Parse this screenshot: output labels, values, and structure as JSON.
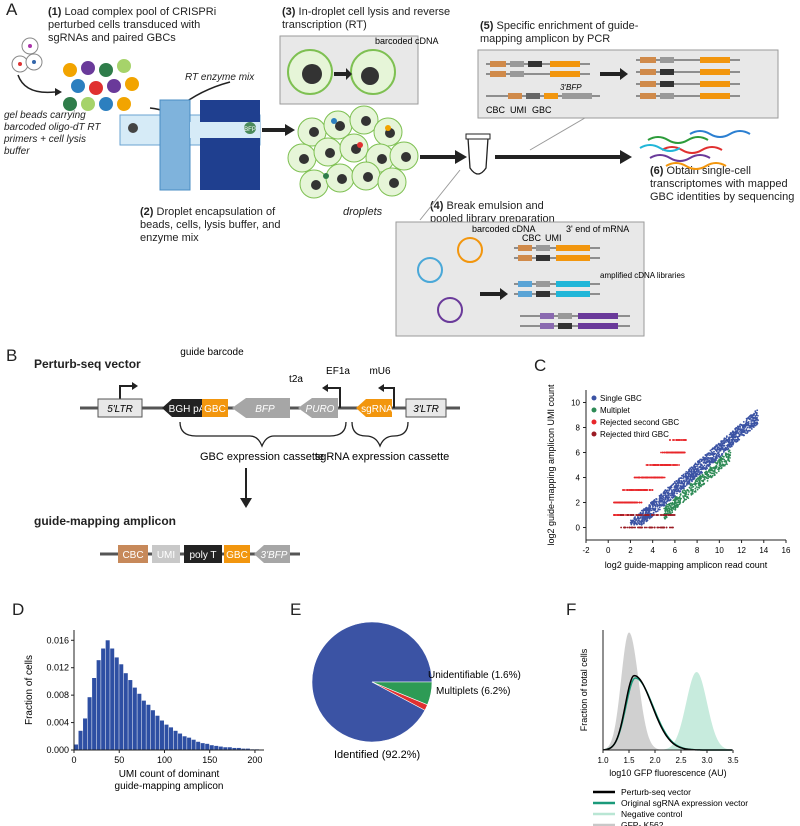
{
  "panelA": {
    "letter": "A",
    "step1": {
      "num": "(1)",
      "text": "Load complex pool of CRISPRi perturbed cells transduced with sgRNAs and paired GBCs"
    },
    "rt_enzyme_mix": "RT enzyme mix",
    "gel_beads": "gel beads carrying barcoded oligo-dT RT primers + cell lysis buffer",
    "bfp_tag": "BFP",
    "step2": {
      "num": "(2)",
      "text": "Droplet encapsulation of beads, cells, lysis buffer, and enzyme mix"
    },
    "step3": {
      "num": "(3)",
      "text": "In-droplet cell lysis and reverse transcription (RT)"
    },
    "barcoded_cdna": "barcoded cDNA",
    "droplets": "droplets",
    "step4": {
      "num": "(4)",
      "text": "Break emulsion and pooled library preparation"
    },
    "step4_labels": {
      "barcoded_cdna": "barcoded cDNA",
      "cbc": "CBC",
      "umi": "UMI",
      "three_end": "3' end of mRNA",
      "amplified": "amplified cDNA libraries"
    },
    "step5": {
      "num": "(5)",
      "text": "Specific enrichment of guide-mapping amplicon by PCR"
    },
    "step5_labels": {
      "cbc": "CBC",
      "umi": "UMI",
      "gbc": "GBC",
      "bfp3": "3'BFP"
    },
    "step6": {
      "num": "(6)",
      "text": "Obtain single-cell transcriptomes with mapped GBC identities by sequencing"
    }
  },
  "panelB": {
    "letter": "B",
    "title": "Perturb-seq vector",
    "guide_barcode": "guide barcode",
    "t2a": "t2a",
    "ef1a": "EF1a",
    "mu6": "mU6",
    "ltr5": "5'LTR",
    "bgh": "BGH pA",
    "gbc": "GBC",
    "bfp": "BFP",
    "puro": "PURO",
    "sgrna": "sgRNA",
    "ltr3": "3'LTR",
    "gbc_cassette": "GBC expression cassette",
    "sgrna_cassette": "sgRNA expression cassette",
    "amplicon_title": "guide-mapping amplicon",
    "amp_cbc": "CBC",
    "amp_umi": "UMI",
    "amp_polyt": "poly T",
    "amp_gbc": "GBC",
    "amp_bfp": "3'BFP"
  },
  "panelC": {
    "letter": "C",
    "chart_data": {
      "type": "scatter",
      "xlabel": "log2 guide-mapping amplicon read count",
      "ylabel": "log2 guide-mapping amplicon UMI count",
      "xlim": [
        -2,
        16
      ],
      "ylim": [
        -1,
        11
      ],
      "xticks": [
        "-2",
        "0",
        "2",
        "4",
        "6",
        "8",
        "10",
        "12",
        "14",
        "16"
      ],
      "yticks": [
        "0",
        "2",
        "4",
        "6",
        "8",
        "10"
      ],
      "legend": "top-left",
      "series": [
        {
          "name": "Single GBC",
          "color": "#3b53a4"
        },
        {
          "name": "Multiplet",
          "color": "#2d8a55"
        },
        {
          "name": "Rejected second GBC",
          "color": "#e8262a"
        },
        {
          "name": "Rejected third GBC",
          "color": "#9b1c24"
        }
      ]
    }
  },
  "panelD": {
    "letter": "D",
    "chart_data": {
      "type": "bar",
      "xlabel": "UMI count of dominant guide-mapping amplicon",
      "ylabel": "Fraction of cells",
      "xlim": [
        0,
        210
      ],
      "ylim": [
        0,
        0.0175
      ],
      "xticks": [
        "0",
        "50",
        "100",
        "150",
        "200"
      ],
      "yticks": [
        "0.000",
        "0.004",
        "0.008",
        "0.012",
        "0.016"
      ],
      "bin_width": 5,
      "color": "#2e4fa3",
      "values": [
        0.0008,
        0.0028,
        0.0046,
        0.0077,
        0.0105,
        0.0131,
        0.0148,
        0.016,
        0.0148,
        0.0135,
        0.0125,
        0.0112,
        0.0102,
        0.0091,
        0.0082,
        0.0072,
        0.0066,
        0.0058,
        0.005,
        0.0043,
        0.0037,
        0.0033,
        0.0028,
        0.0024,
        0.002,
        0.0018,
        0.0015,
        0.0012,
        0.001,
        0.0009,
        0.0007,
        0.0006,
        0.0005,
        0.0004,
        0.0004,
        0.0003,
        0.0003,
        0.0002,
        0.0002,
        0.0001,
        0.0001
      ]
    }
  },
  "panelE": {
    "letter": "E",
    "chart_data": {
      "type": "pie",
      "slices": [
        {
          "label": "Identified (92.2%)",
          "value": 92.2,
          "color": "#3b53a4"
        },
        {
          "label": "Multiplets (6.2%)",
          "value": 6.2,
          "color": "#2d9b55"
        },
        {
          "label": "Unidentifiable (1.6%)",
          "value": 1.6,
          "color": "#e03030"
        }
      ]
    }
  },
  "panelF": {
    "letter": "F",
    "chart_data": {
      "type": "line",
      "xlabel": "log10 GFP fluorescence (AU)",
      "ylabel": "Fraction of total cells",
      "xlim": [
        1.0,
        3.5
      ],
      "xticks": [
        "1.0",
        "1.5",
        "2.0",
        "2.5",
        "3.0",
        "3.5"
      ],
      "legend": "bottom",
      "series": [
        {
          "name": "Perturb-seq vector",
          "color": "#000000"
        },
        {
          "name": "Original sgRNA expression vector",
          "color": "#1a9a7a"
        },
        {
          "name": "Negative control",
          "color": "#b9e6d4"
        },
        {
          "name": "GFP- K562",
          "color": "#c8c8c8"
        }
      ]
    }
  }
}
